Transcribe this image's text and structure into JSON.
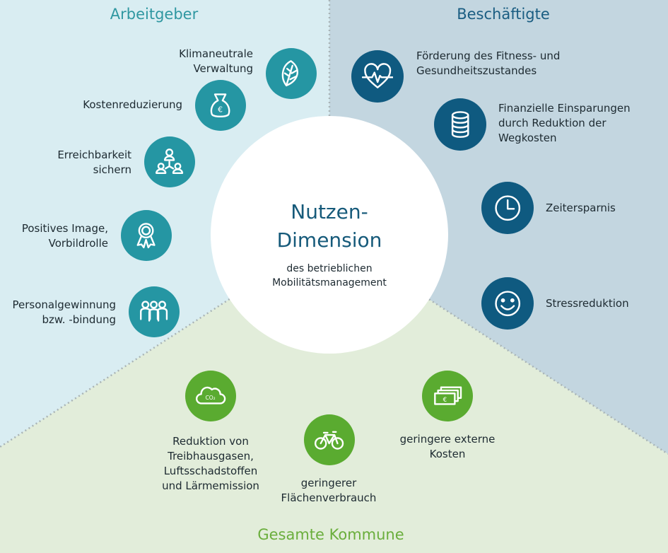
{
  "colors": {
    "employer": "#2596a3",
    "employees": "#0f5a80",
    "municipality": "#5aab30"
  },
  "center": {
    "title_line1": "Nutzen-",
    "title_line2": "Dimension",
    "subtitle_line1": "des betrieblichen",
    "subtitle_line2": "Mobilitätsmanagement"
  },
  "sections": {
    "employer": {
      "title": "Arbeitgeber",
      "items": [
        {
          "icon": "leaf-icon",
          "line1": "Klimaneutrale",
          "line2": "Verwaltung"
        },
        {
          "icon": "money-bag-icon",
          "line1": "Kostenreduzierung"
        },
        {
          "icon": "network-people-icon",
          "line1": "Erreichbarkeit",
          "line2": "sichern"
        },
        {
          "icon": "award-icon",
          "line1": "Positives Image,",
          "line2": "Vorbildrolle"
        },
        {
          "icon": "group-icon",
          "line1": "Personalgewinnung",
          "line2": "bzw. -bindung"
        }
      ]
    },
    "employees": {
      "title": "Beschäftigte",
      "items": [
        {
          "icon": "heartbeat-icon",
          "line1": "Förderung des Fitness- und",
          "line2": "Gesundheitszustandes"
        },
        {
          "icon": "coins-icon",
          "line1": "Finanzielle Einsparungen",
          "line2": "durch Reduktion der",
          "line3": "Wegkosten"
        },
        {
          "icon": "clock-icon",
          "line1": "Zeitersparnis"
        },
        {
          "icon": "smiley-icon",
          "line1": "Stressreduktion"
        }
      ]
    },
    "municipality": {
      "title": "Gesamte Kommune",
      "items": [
        {
          "icon": "co2-cloud-icon",
          "line1": "Reduktion von",
          "line2": "Treibhausgasen,",
          "line3": "Luftsschadstoffen",
          "line4": "und Lärmemission",
          "co2": "CO₂"
        },
        {
          "icon": "bicycle-icon",
          "line1": "geringerer",
          "line2": "Flächenverbrauch"
        },
        {
          "icon": "banknotes-icon",
          "line1": "geringere externe",
          "line2": "Kosten",
          "euro": "€"
        }
      ]
    }
  }
}
